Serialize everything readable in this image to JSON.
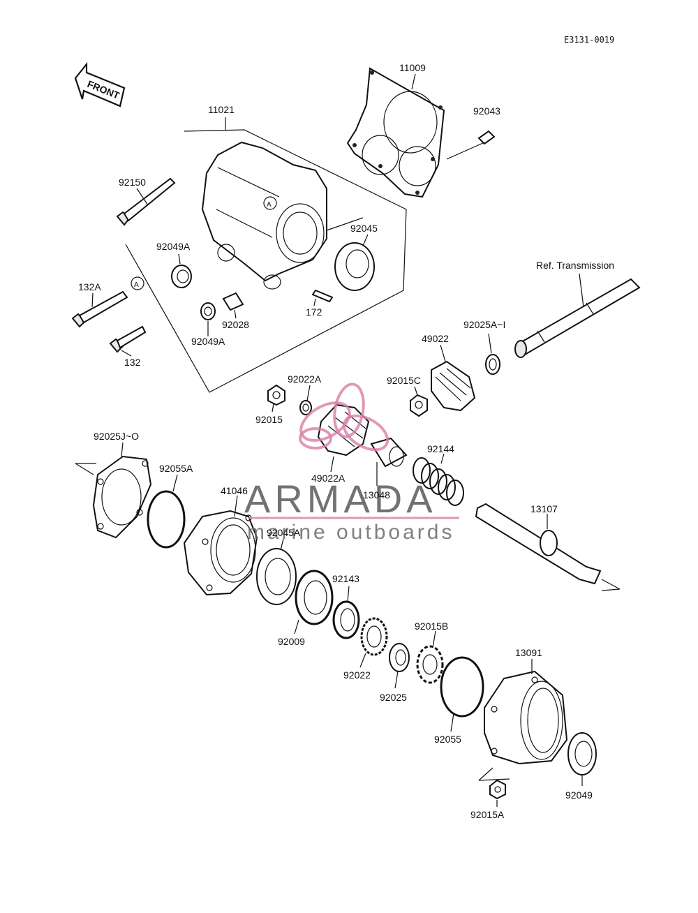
{
  "diagram": {
    "code": "E3131-0019",
    "front_label": "FRONT",
    "ref_label": "Ref. Transmission",
    "parts": {
      "p11009": "11009",
      "p92043": "92043",
      "p11021": "11021",
      "p92150": "92150",
      "p92045": "92045",
      "p92049A_1": "92049A",
      "p132A": "132A",
      "p92028": "92028",
      "p172": "172",
      "p92049A_2": "92049A",
      "p132": "132",
      "p92025A_I": "92025A~I",
      "p49022": "49022",
      "p92022A": "92022A",
      "p92015C": "92015C",
      "p92015": "92015",
      "p92025J_O": "92025J~O",
      "p92055A": "92055A",
      "p92144": "92144",
      "p49022A": "49022A",
      "p41046": "41046",
      "p13048": "13048",
      "p13107": "13107",
      "p92045A": "92045A",
      "p92143": "92143",
      "p92009": "92009",
      "p92015B": "92015B",
      "p13091": "13091",
      "p92022": "92022",
      "p92025": "92025",
      "p92055": "92055",
      "p92049": "92049",
      "p92015A": "92015A"
    },
    "callout_A": "A"
  },
  "watermark": {
    "brand": "ARMADA",
    "tagline": "marine outboards",
    "accent_color": "#d97fa6"
  }
}
